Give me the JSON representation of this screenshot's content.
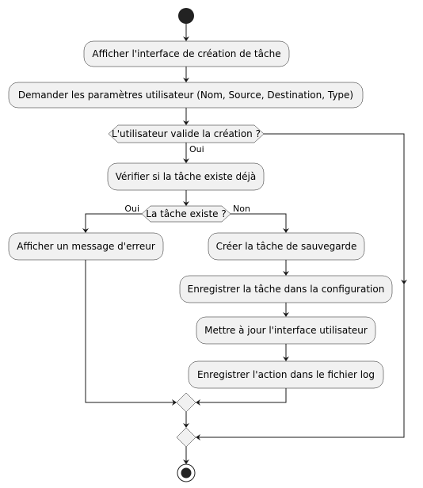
{
  "diagram": {
    "actions": {
      "show_ui": "Afficher l'interface de création de tâche",
      "ask_params": "Demander les paramètres utilisateur (Nom, Source, Destination, Type)",
      "check_exists": "Vérifier si la tâche existe déjà",
      "show_error": "Afficher un message d'erreur",
      "create_task": "Créer la tâche de sauvegarde",
      "save_config": "Enregistrer la tâche dans la configuration",
      "update_ui": "Mettre à jour l'interface utilisateur",
      "log_action": "Enregistrer l'action dans le fichier log"
    },
    "decisions": {
      "validate": "L'utilisateur valide la création ?",
      "exists": "La tâche existe ?"
    },
    "branches": {
      "validate_yes": "Oui",
      "exists_yes": "Oui",
      "exists_no": "Non"
    }
  },
  "colors": {
    "node_fill": "#f1f1f1",
    "stroke": "#181818"
  }
}
